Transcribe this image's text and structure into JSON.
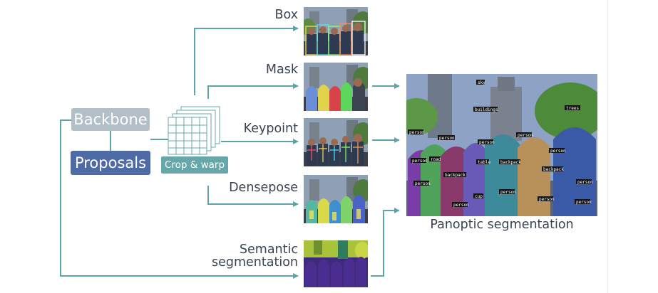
{
  "colors": {
    "arrow": "#5fa4a9",
    "backbone_box": "#b2bfc7",
    "proposals_box": "#4f6ba6",
    "crop_box": "#67a7aa",
    "text": "#3a4352"
  },
  "blocks": {
    "backbone": "Backbone",
    "proposals": "Proposals",
    "crop_warp": "Crop & warp"
  },
  "heads": {
    "box": "Box",
    "mask": "Mask",
    "keypoint": "Keypoint",
    "densepose": "Densepose",
    "semantic_line1": "Semantic",
    "semantic_line2": "segmentation"
  },
  "output": {
    "caption": "Panoptic segmentation",
    "tags": [
      "sky",
      "buildings",
      "trees",
      "person",
      "person",
      "person",
      "road",
      "person",
      "person",
      "person",
      "backpack",
      "table",
      "backpack",
      "backpack",
      "person",
      "cup",
      "person",
      "person",
      "person",
      "person",
      "person"
    ]
  }
}
